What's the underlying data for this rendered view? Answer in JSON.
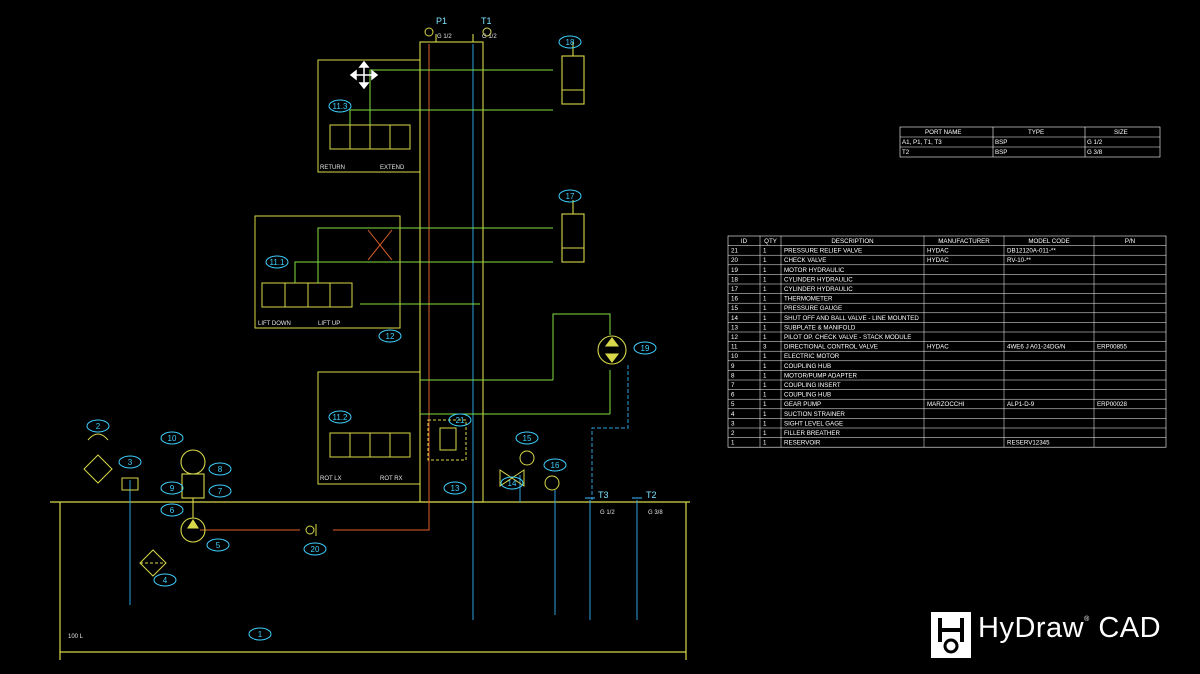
{
  "ports_header": [
    {
      "name": "P1",
      "size": "G 1/2"
    },
    {
      "name": "T1",
      "size": "G 1/2"
    }
  ],
  "tank_ports": [
    {
      "name": "T3",
      "size": "G 1/2"
    },
    {
      "name": "T2",
      "size": "G 3/8"
    }
  ],
  "reservoir_label": "100 L",
  "port_table": {
    "headers": [
      "PORT NAME",
      "TYPE",
      "SIZE"
    ],
    "rows": [
      [
        "A1, P1, T1, T3",
        "BSP",
        "G 1/2"
      ],
      [
        "T2",
        "BSP",
        "G 3/8"
      ]
    ]
  },
  "bom_table": {
    "headers": [
      "ID",
      "QTY",
      "DESCRIPTION",
      "MANUFACTURER",
      "MODEL CODE",
      "P/N"
    ],
    "rows": [
      [
        "21",
        "1",
        "PRESSURE RELIEF VALVE",
        "HYDAC",
        "DB12120A-011-**",
        ""
      ],
      [
        "20",
        "1",
        "CHECK VALVE",
        "HYDAC",
        "RV-10-**",
        ""
      ],
      [
        "19",
        "1",
        "MOTOR HYDRAULIC",
        "",
        "",
        ""
      ],
      [
        "18",
        "1",
        "CYLINDER HYDRAULIC",
        "",
        "",
        ""
      ],
      [
        "17",
        "1",
        "CYLINDER HYDRAULIC",
        "",
        "",
        ""
      ],
      [
        "16",
        "1",
        "THERMOMETER",
        "",
        "",
        ""
      ],
      [
        "15",
        "1",
        "PRESSURE GAUGE",
        "",
        "",
        ""
      ],
      [
        "14",
        "1",
        "SHUT OFF AND BALL VALVE - LINE MOUNTED",
        "",
        "",
        ""
      ],
      [
        "13",
        "1",
        "SUBPLATE & MANIFOLD",
        "",
        "",
        ""
      ],
      [
        "12",
        "1",
        "PILOT OP. CHECK VALVE - STACK MODULE",
        "",
        "",
        ""
      ],
      [
        "11",
        "3",
        "DIRECTIONAL CONTROL VALVE",
        "HYDAC",
        "4WE6 J A01-24DG/N",
        "ERP00855"
      ],
      [
        "10",
        "1",
        "ELECTRIC MOTOR",
        "",
        "",
        ""
      ],
      [
        "9",
        "1",
        "COUPLING HUB",
        "",
        "",
        ""
      ],
      [
        "8",
        "1",
        "MOTOR/PUMP ADAPTER",
        "",
        "",
        ""
      ],
      [
        "7",
        "1",
        "COUPLING INSERT",
        "",
        "",
        ""
      ],
      [
        "6",
        "1",
        "COUPLING HUB",
        "",
        "",
        ""
      ],
      [
        "5",
        "1",
        "GEAR PUMP",
        "MARZOCCHI",
        "ALP1-D-9",
        "ERP00028"
      ],
      [
        "4",
        "1",
        "SUCTION STRAINER",
        "",
        "",
        ""
      ],
      [
        "3",
        "1",
        "SIGHT LEVEL GAGE",
        "",
        "",
        ""
      ],
      [
        "2",
        "1",
        "FILLER BREATHER",
        "",
        "",
        ""
      ],
      [
        "1",
        "1",
        "RESERVOIR",
        "",
        "RESERV12345",
        ""
      ]
    ]
  },
  "valve_labels": {
    "v113_left": "RETURN",
    "v113_right": "EXTEND",
    "v111_left": "LIFT DOWN",
    "v111_right": "LIFT UP",
    "v112_left": "ROT LX",
    "v112_right": "ROT RX"
  },
  "bubbles": [
    "11.3",
    "11.1",
    "11.2",
    "12",
    "13",
    "21",
    "18",
    "17",
    "19",
    "2",
    "3",
    "10",
    "9",
    "8",
    "7",
    "6",
    "5",
    "4",
    "20",
    "14",
    "15",
    "16",
    "1"
  ],
  "logo": {
    "brand": "HyDraw",
    "suffix": "CAD",
    "mark": "®"
  },
  "colors": {
    "background": "#000000",
    "yellow": "#d8d84a",
    "green": "#7fe040",
    "blue": "#2f9fe0",
    "orange": "#e0602a",
    "cyan": "#3fd0ff"
  }
}
